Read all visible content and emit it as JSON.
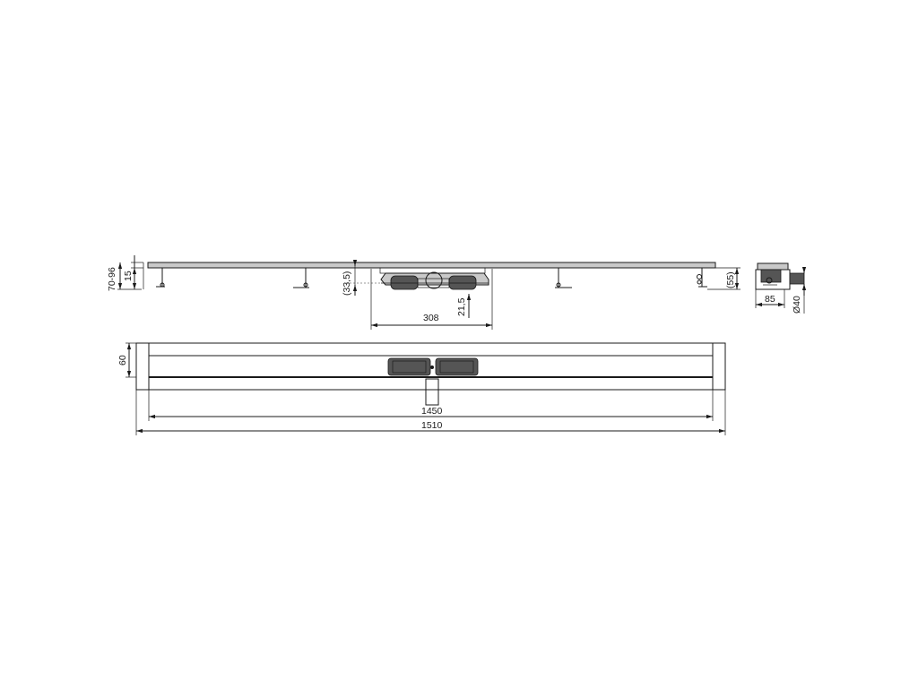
{
  "dimensions": {
    "height_range": "70-96",
    "cover_thickness": "15",
    "center_offset": "(33,5)",
    "trap_width": "308",
    "outlet_height": "21,5",
    "end_height": "(55)",
    "side_width": "85",
    "outlet_diameter": "Ø40",
    "channel_width": "60",
    "inner_length": "1450",
    "overall_length": "1510"
  }
}
